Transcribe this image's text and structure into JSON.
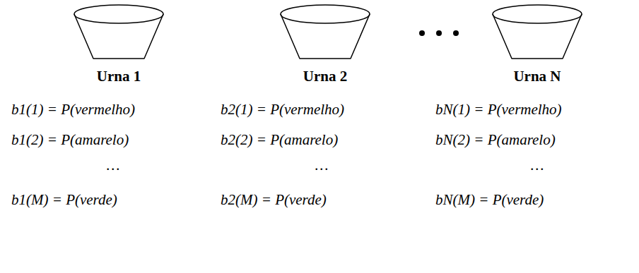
{
  "diagram": {
    "nodes": [
      {
        "text": [
          "Urna 1"
        ]
      },
      {
        "text": [
          "Urna 2"
        ]
      },
      {
        "text": [
          "Urna N"
        ]
      }
    ],
    "labels": [
      "b1(1) = P(vermelho)",
      "b2(1) = P(vermelho)",
      "bN(1) = P(vermelho)",
      "b1(2) = P(amarelo)",
      "b2(2) = P(amarelo)",
      "bN(2) = P(amarelo)",
      "…",
      "…",
      "…",
      "b1(M) = P(verde)",
      "b2(M) = P(verde)",
      "bN(M) = P(verde)"
    ]
  }
}
